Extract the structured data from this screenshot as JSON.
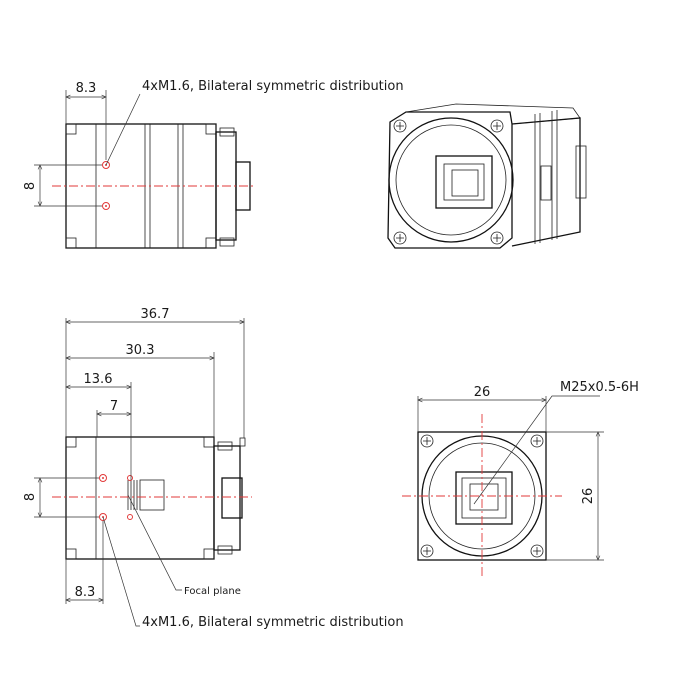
{
  "views": {
    "top_side": {
      "dim_hole_offset": "8.3",
      "dim_height": "8",
      "note": "4xM1.6, Bilateral symmetric distribution"
    },
    "bottom_side": {
      "dim_overall": "36.7",
      "dim_body": "30.3",
      "dim_flange": "13.6",
      "dim_sensor": "7",
      "dim_height": "8",
      "dim_hole_offset": "8.3",
      "focal_label": "Focal plane",
      "note": "4xM1.6, Bilateral symmetric distribution"
    },
    "front": {
      "dim_width": "26",
      "dim_height": "26",
      "thread_label": "M25x0.5-6H"
    }
  },
  "colors": {
    "outline": "#111111",
    "centerline": "#e23a3a"
  }
}
